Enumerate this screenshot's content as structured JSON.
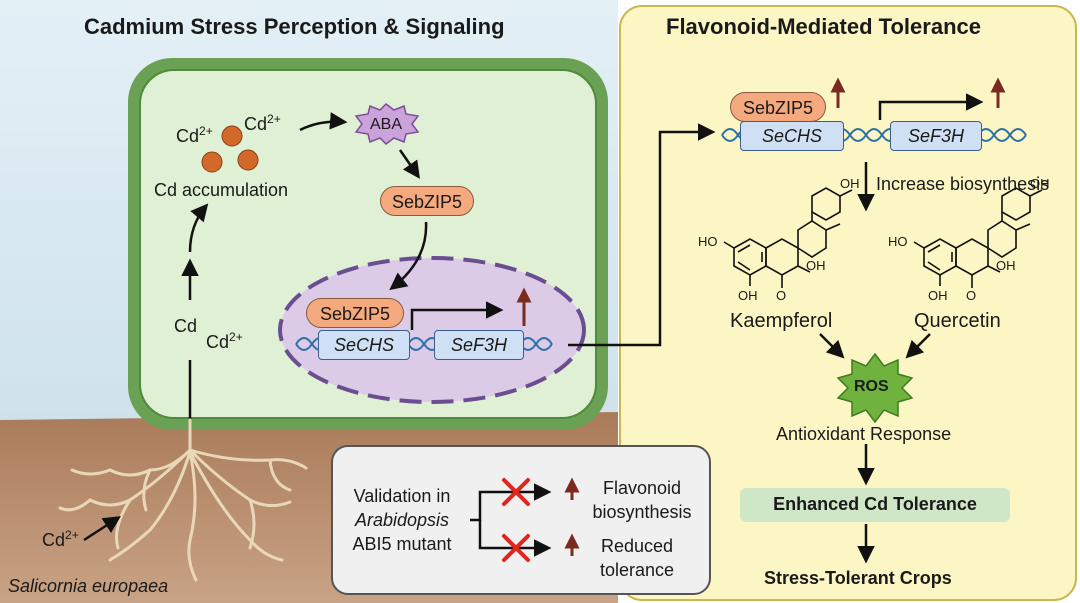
{
  "left_panel": {
    "title": "Cadmium Stress Perception & Signaling",
    "cd_ion_top_left": "Cd",
    "cd_ion_top_right": "Cd",
    "charge": "2+",
    "cd_accumulation": "Cd accumulation",
    "aba": "ABA",
    "sebzip5_cytoplasm": "SebZIP5",
    "sebzip5_nucleus": "SebZIP5",
    "gene_chs": "SeCHS",
    "gene_f3h": "SeF3H",
    "cd_uptake_a": "Cd",
    "cd_uptake_b": "Cd",
    "cd_soil": "Cd",
    "species": "Salicornia europaea"
  },
  "validation": {
    "line1": "Validation in",
    "line2": "Arabidopsis",
    "line3": "ABI5 mutant",
    "outcome1_a": "Flavonoid",
    "outcome1_b": "biosynthesis",
    "outcome2_a": "Reduced",
    "outcome2_b": "tolerance"
  },
  "right_panel": {
    "title": "Flavonoid-Mediated Tolerance",
    "sebzip5": "SebZIP5",
    "gene_chs": "SeCHS",
    "gene_f3h": "SeF3H",
    "increase": "Increase biosynthesis",
    "oh": "OH",
    "ho": "HO",
    "o": "O",
    "kaempferol": "Kaempferol",
    "quercetin": "Quercetin",
    "ros": "ROS",
    "antioxidant": "Antioxidant Response",
    "enhanced": "Enhanced Cd Tolerance",
    "crops": "Stress-Tolerant Crops"
  },
  "colors": {
    "sky": "#dceaf2",
    "soil": "#b98a68",
    "cell": "#dff0d4",
    "cell_border": "#6aa154",
    "nucleus": "#dccbe6",
    "nucleus_border": "#6b4d92",
    "right_bg": "#fbf6c4",
    "right_border": "#c8b84e",
    "pill": "#f4a97e",
    "gene": "#cfe0f4",
    "up_arrow": "#7a2a1e",
    "cross": "#e2241d",
    "ros": "#6fb23d",
    "tolerance_box": "#cfe6c7"
  }
}
